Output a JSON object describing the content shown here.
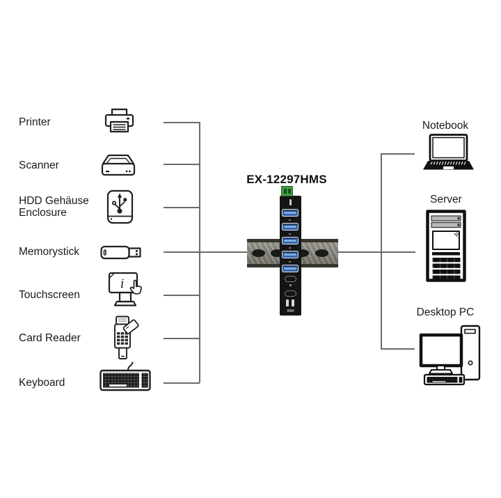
{
  "hub": {
    "model_label": "EX-12297HMS",
    "colors": {
      "terminal_green": "#3f9e46",
      "port_blue": "#3a6fb5",
      "body_black": "#151515",
      "rail_gray": "#8f8e86",
      "line_gray": "#6a6a6a"
    }
  },
  "left_devices": [
    {
      "label": "Printer",
      "icon": "printer-icon"
    },
    {
      "label": "Scanner",
      "icon": "scanner-icon"
    },
    {
      "label": "HDD Gehäuse Enclosure",
      "icon": "hdd-enclosure-icon"
    },
    {
      "label": "Memorystick",
      "icon": "memorystick-icon"
    },
    {
      "label": "Touchscreen",
      "icon": "touchscreen-icon"
    },
    {
      "label": "Card Reader",
      "icon": "card-reader-icon"
    },
    {
      "label": "Keyboard",
      "icon": "keyboard-icon"
    }
  ],
  "right_devices": [
    {
      "label": "Notebook",
      "icon": "notebook-icon"
    },
    {
      "label": "Server",
      "icon": "server-icon"
    },
    {
      "label": "Desktop PC",
      "icon": "desktop-pc-icon"
    }
  ]
}
